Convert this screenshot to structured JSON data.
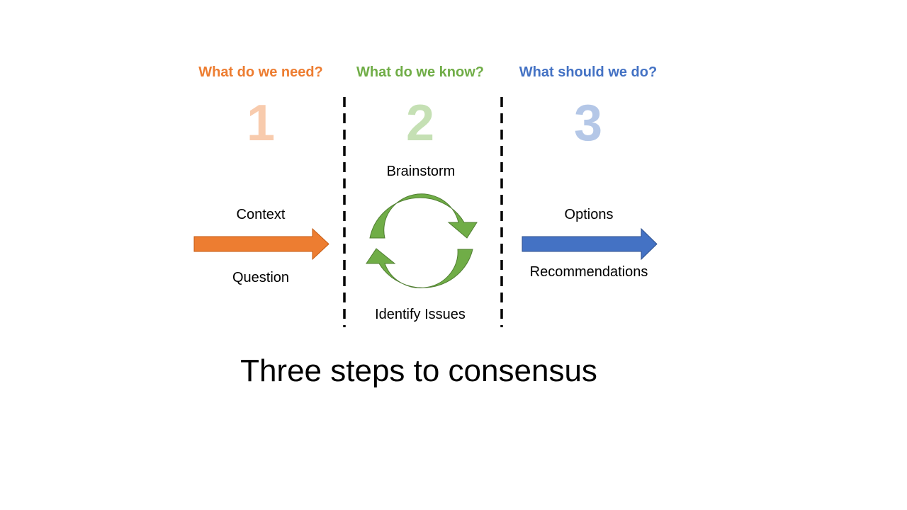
{
  "steps": [
    {
      "question": "What do we need?",
      "number": "1",
      "top_label": "Context",
      "bottom_label": "Question"
    },
    {
      "question": "What do we know?",
      "number": "2",
      "top_label": "Brainstorm",
      "bottom_label": "Identify Issues"
    },
    {
      "question": "What should we do?",
      "number": "3",
      "top_label": "Options",
      "bottom_label": "Recommendations"
    }
  ],
  "title": "Three steps to consensus",
  "colors": {
    "step1": "#ED7D31",
    "step1_light": "#F8CBAD",
    "step2": "#70AD47",
    "step2_light": "#C5E0B4",
    "step3": "#4472C4",
    "step3_light": "#B4C7E7",
    "divider": "#000000"
  }
}
